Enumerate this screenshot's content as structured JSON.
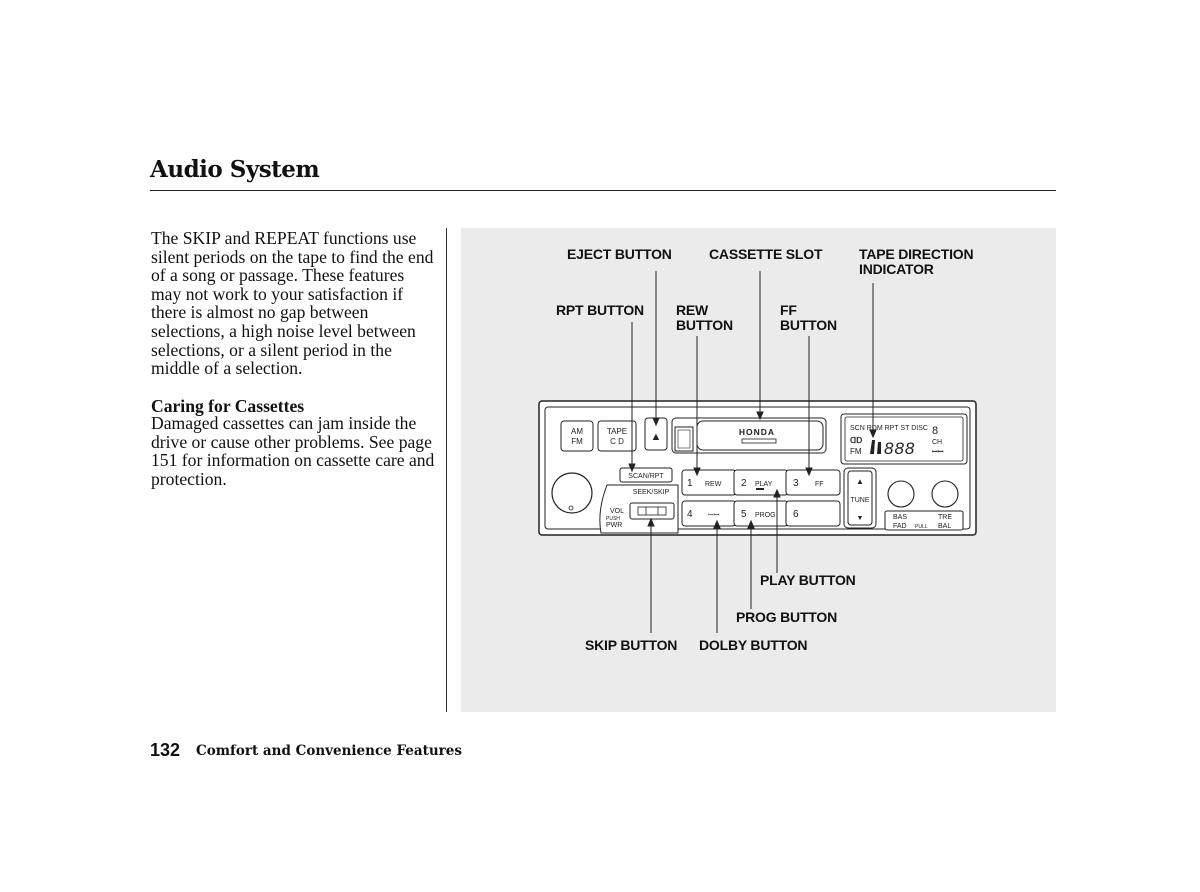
{
  "page": {
    "title": "Audio System",
    "paragraph": "The SKIP and REPEAT functions use silent periods on the tape to find the end of a song or passage. These features may not work to your satisfaction if there is almost no gap between selections, a high noise level between selections, or a silent period in the middle of a selection.",
    "subheading": "Caring for Cassettes",
    "paragraph2": "Damaged cassettes can jam inside the drive or cause other problems. See page 151 for information on cassette care and protection.",
    "page_number": "132",
    "section": "Comfort and Convenience Features"
  },
  "figure": {
    "callouts": {
      "eject": "EJECT BUTTON",
      "slot": "CASSETTE SLOT",
      "direction": "TAPE DIRECTION\nINDICATOR",
      "rpt": "RPT BUTTON",
      "rew": "REW\nBUTTON",
      "ff": "FF\nBUTTON",
      "play": "PLAY BUTTON",
      "prog": "PROG BUTTON",
      "skip": "SKIP BUTTON",
      "dolby": "DOLBY BUTTON"
    },
    "radio": {
      "am_fm": [
        "AM",
        "FM"
      ],
      "tape_cd": [
        "TAPE",
        "C D"
      ],
      "eject_glyph": "▲",
      "brand": "HONDA",
      "display_top": "SCN RDM RPT ST DISC",
      "display_digits": "888",
      "display_small_digit": "8",
      "display_ch": "CH",
      "display_fm": "FM",
      "scan_rpt": "SCAN/RPT",
      "seek_skip": "SEEK/SKIP",
      "vol": "VOL",
      "push": "PUSH",
      "pwr": "PWR",
      "presets": [
        {
          "num": "1",
          "label": "REW"
        },
        {
          "num": "2",
          "label": "PLAY"
        },
        {
          "num": "3",
          "label": "FF"
        },
        {
          "num": "4",
          "label": "ꟷꟷ"
        },
        {
          "num": "5",
          "label": "PROG"
        },
        {
          "num": "6",
          "label": ""
        }
      ],
      "tune": "TUNE",
      "up_glyph": "▲",
      "down_glyph": "▼",
      "bas": "BAS",
      "tre": "TRE",
      "fad": "FAD",
      "pull": "PULL",
      "bal": "BAL"
    }
  }
}
